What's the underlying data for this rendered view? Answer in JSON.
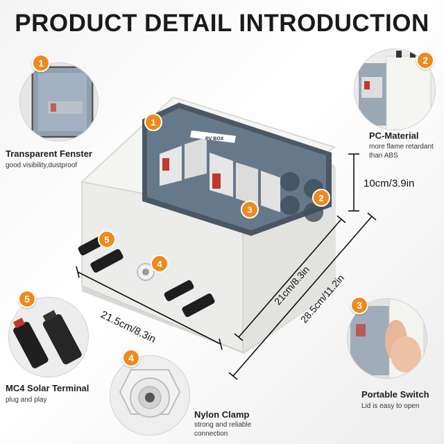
{
  "title": "PRODUCT DETAIL INTRODUCTION",
  "accent_color": "#ee8a1c",
  "features": [
    {
      "number": "1",
      "title": "Transparent Fenster",
      "subtitle": "good visibility,dustproof"
    },
    {
      "number": "2",
      "title": "PC-Material",
      "subtitle": "more flame retardant than ABS"
    },
    {
      "number": "3",
      "title": "Portable Switch",
      "subtitle": "Lid is easy to open"
    },
    {
      "number": "4",
      "title": "Nylon Clamp",
      "subtitle": "strong and reliable connection"
    },
    {
      "number": "5",
      "title": "MC4 Solar Terminal",
      "subtitle": "plug and play"
    }
  ],
  "dimensions": {
    "height": "10cm/3.9in",
    "width": "21.5cm/8.3in",
    "depth": "21cm/8.3in",
    "length": "28.5cm/11.2in"
  },
  "box_label": "PV BOX"
}
